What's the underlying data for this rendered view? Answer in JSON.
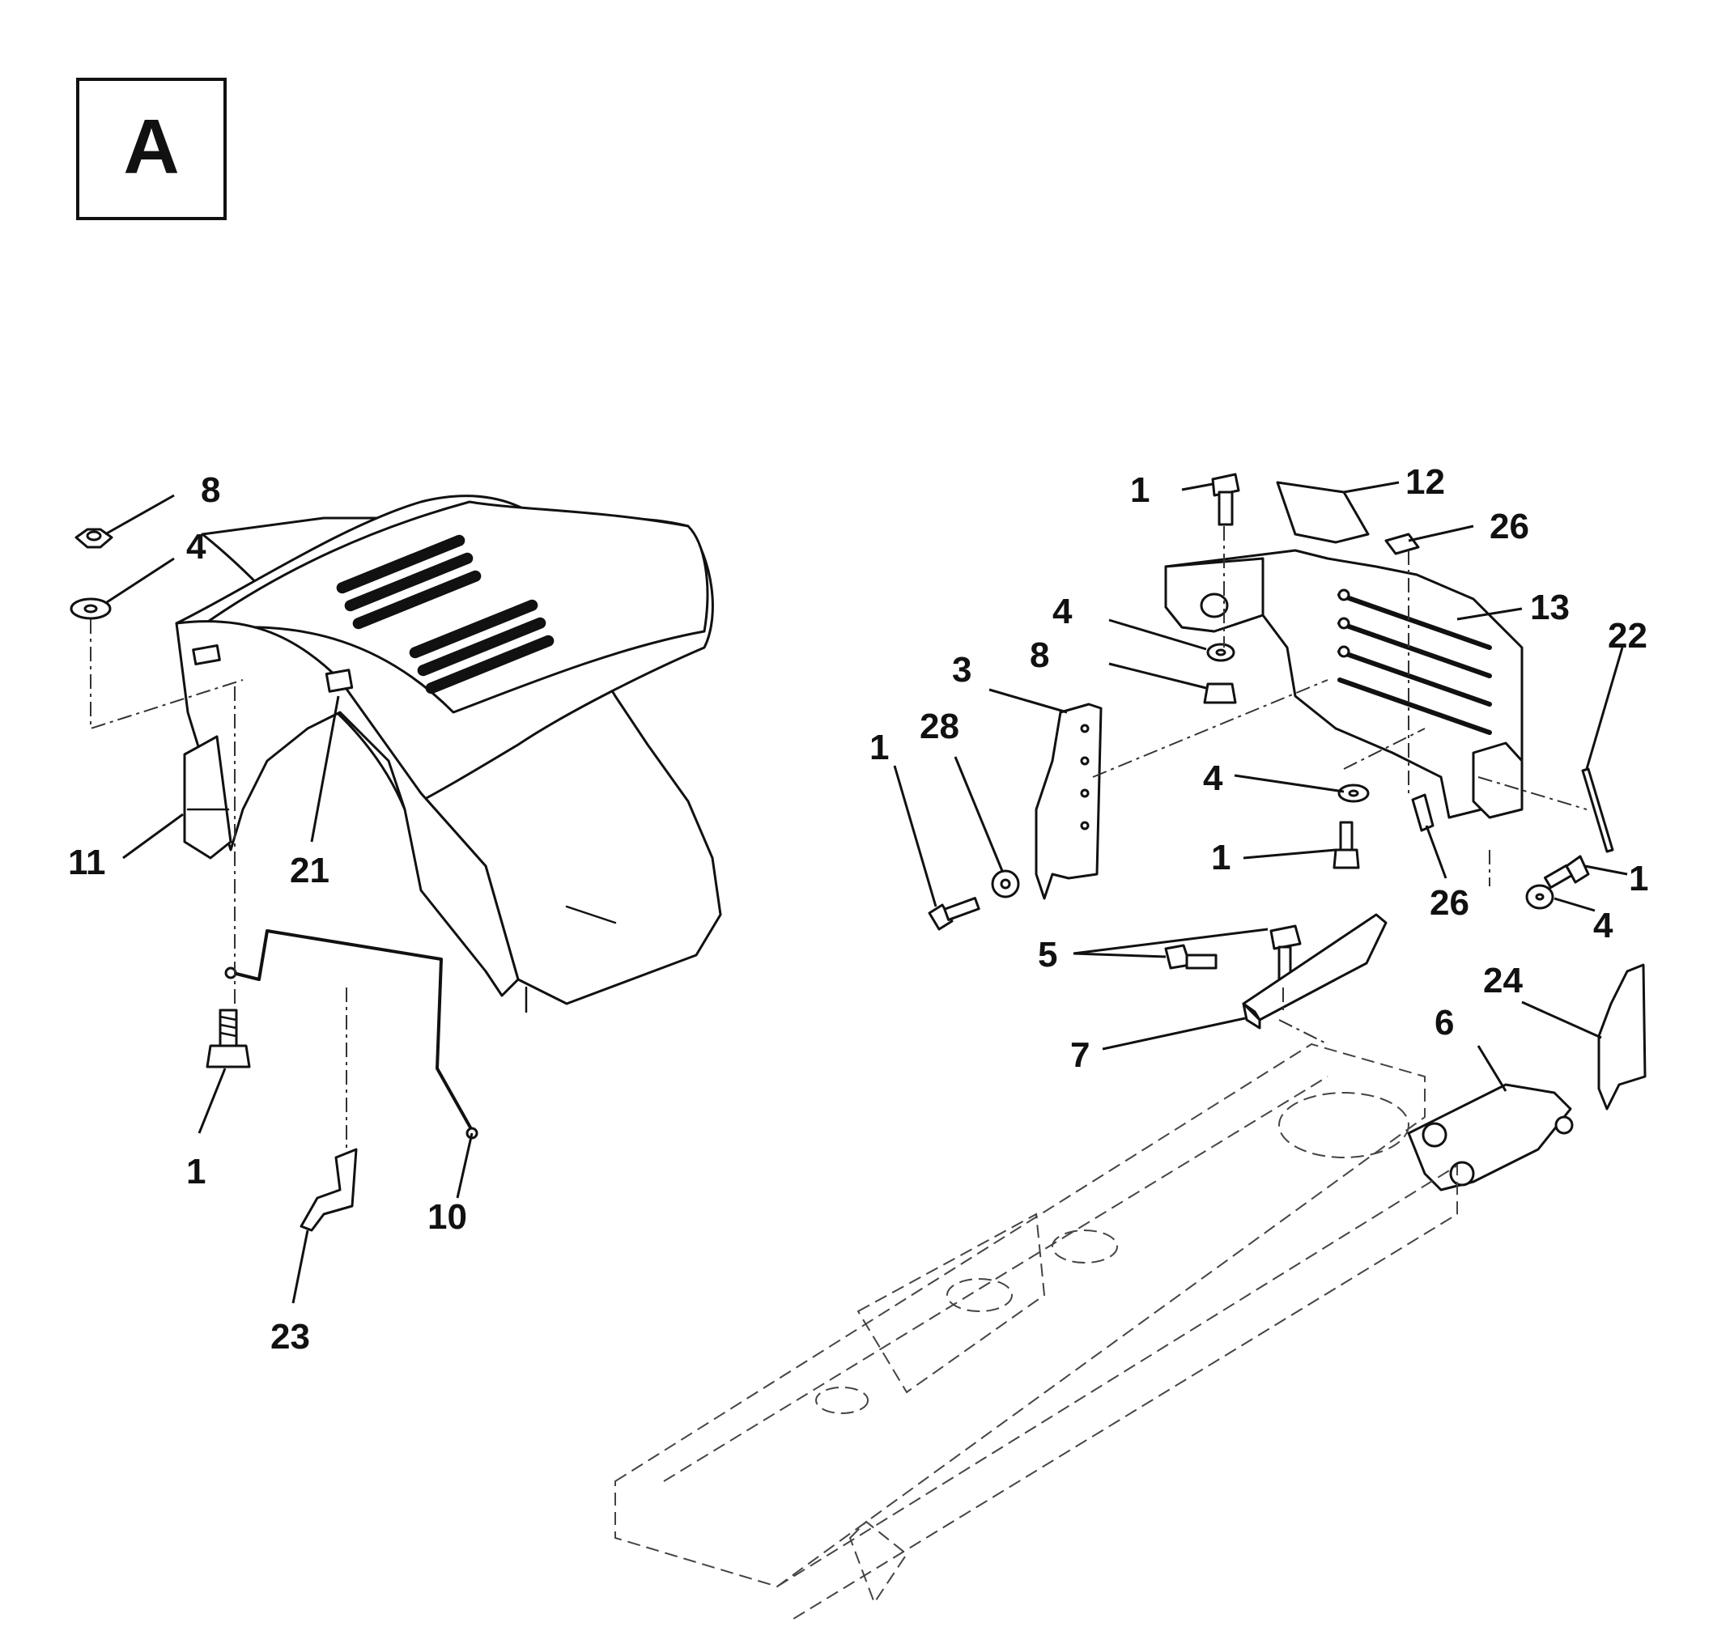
{
  "section_label": "A",
  "callouts": [
    "8",
    "4",
    "11",
    "21",
    "1",
    "10",
    "23",
    "1",
    "12",
    "26",
    "13",
    "22",
    "4",
    "8",
    "3",
    "28",
    "1",
    "4",
    "1",
    "26",
    "1",
    "4",
    "5",
    "7",
    "24",
    "6"
  ]
}
